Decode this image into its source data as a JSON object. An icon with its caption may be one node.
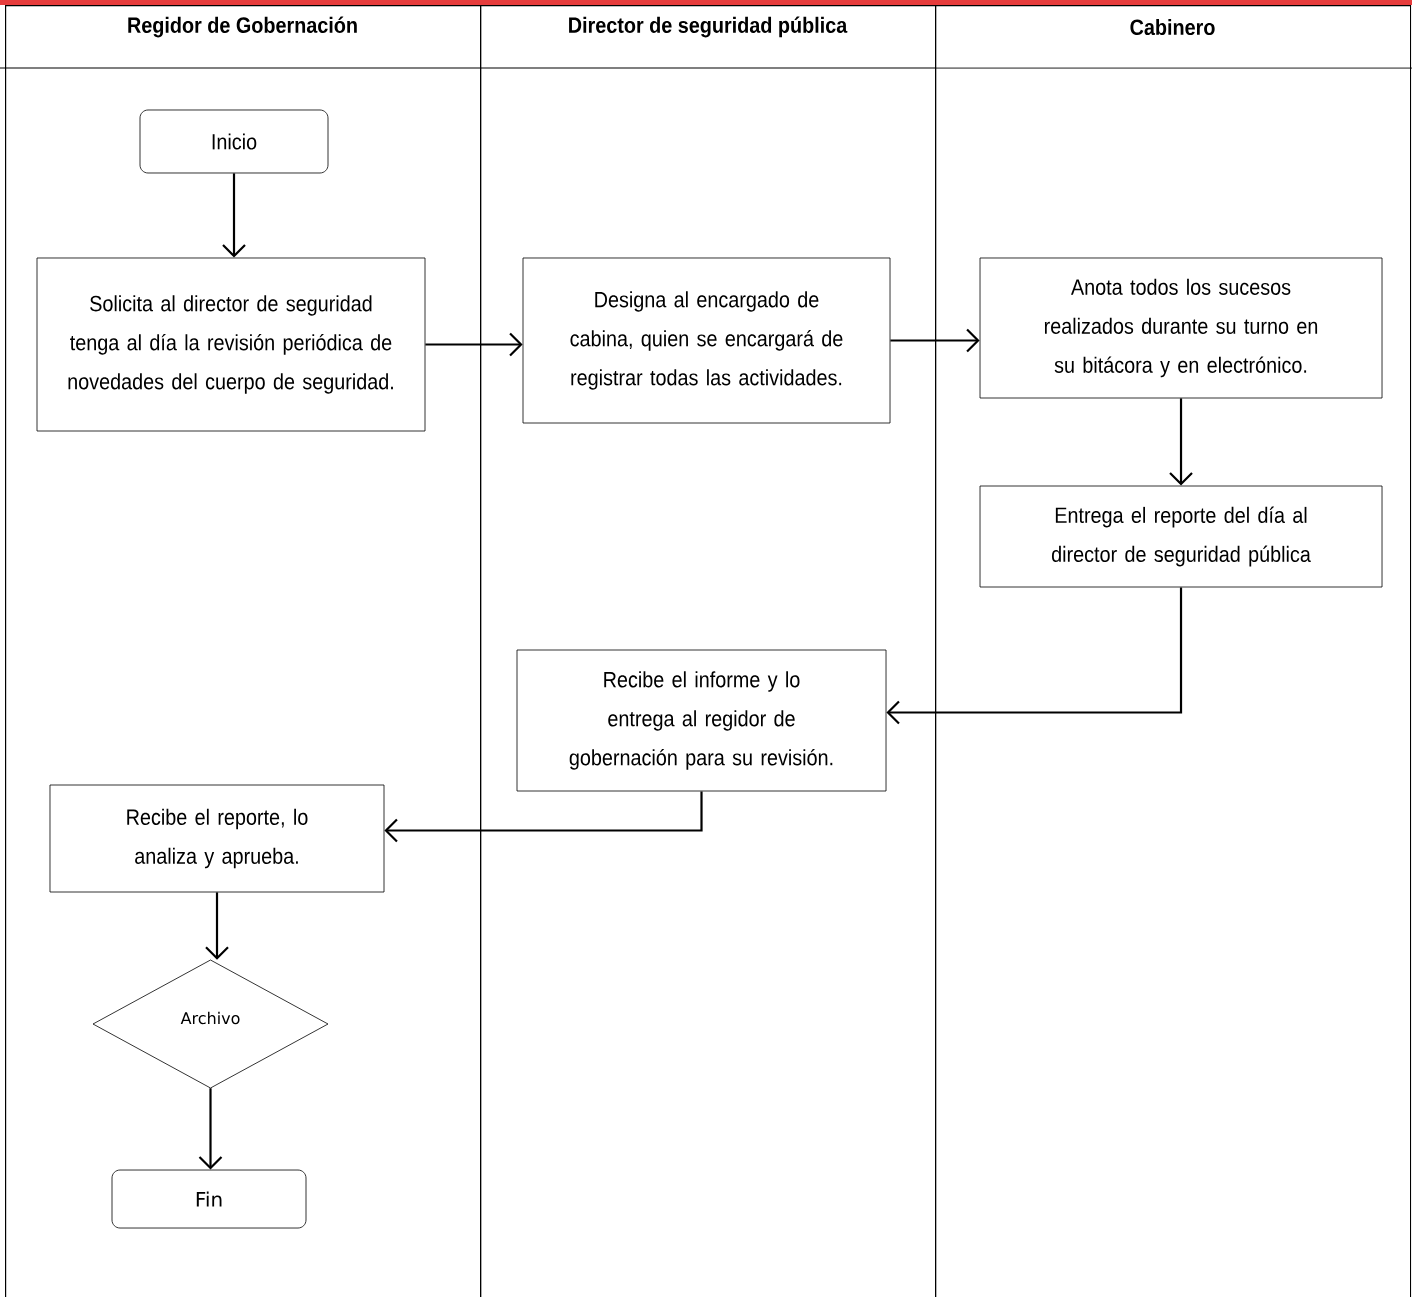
{
  "diagram": {
    "nodes": [
      {
        "text": [
          "Regidor de Gobernación"
        ]
      },
      {
        "text": [
          "Director de seguridad pública"
        ]
      },
      {
        "text": [
          "Cabinero"
        ]
      },
      {
        "text": [
          "Inicio"
        ],
        "in": 0
      },
      {
        "text": [
          "Solicita al director de seguridad tenga al día la revisión periódica de novedades del cuerpo de seguridad."
        ],
        "in": 0
      },
      {
        "text": [
          "Designa al encargado de cabina, quien se encargará de registrar todas las actividades."
        ],
        "in": 1
      },
      {
        "text": [
          "Anota todos los sucesos realizados durante su turno en su bitácora y en electrónico."
        ],
        "in": 2
      },
      {
        "text": [
          "Entrega el reporte del día al director de seguridad pública"
        ],
        "in": 2
      },
      {
        "text": [
          "Recibe el informe y lo entrega al regidor de gobernación para su revisión."
        ],
        "in": 1
      },
      {
        "text": [
          "Recibe el reporte, lo analiza y aprueba."
        ],
        "in": 0
      },
      {
        "text": [
          "Archivo"
        ],
        "in": 0
      },
      {
        "text": [
          "Fin"
        ],
        "in": 0
      }
    ],
    "edges": [
      {
        "from": 3,
        "to": 4,
        "arrow": "to"
      },
      {
        "from": 4,
        "to": 5,
        "arrow": "to"
      },
      {
        "from": 5,
        "to": 6,
        "arrow": "to"
      },
      {
        "from": 6,
        "to": 7,
        "arrow": "to"
      },
      {
        "from": 7,
        "to": 8,
        "arrow": "to"
      },
      {
        "from": 8,
        "to": 9,
        "arrow": "to"
      },
      {
        "from": 9,
        "to": 10,
        "arrow": "to"
      },
      {
        "from": 10,
        "to": 11,
        "arrow": "to"
      }
    ]
  }
}
